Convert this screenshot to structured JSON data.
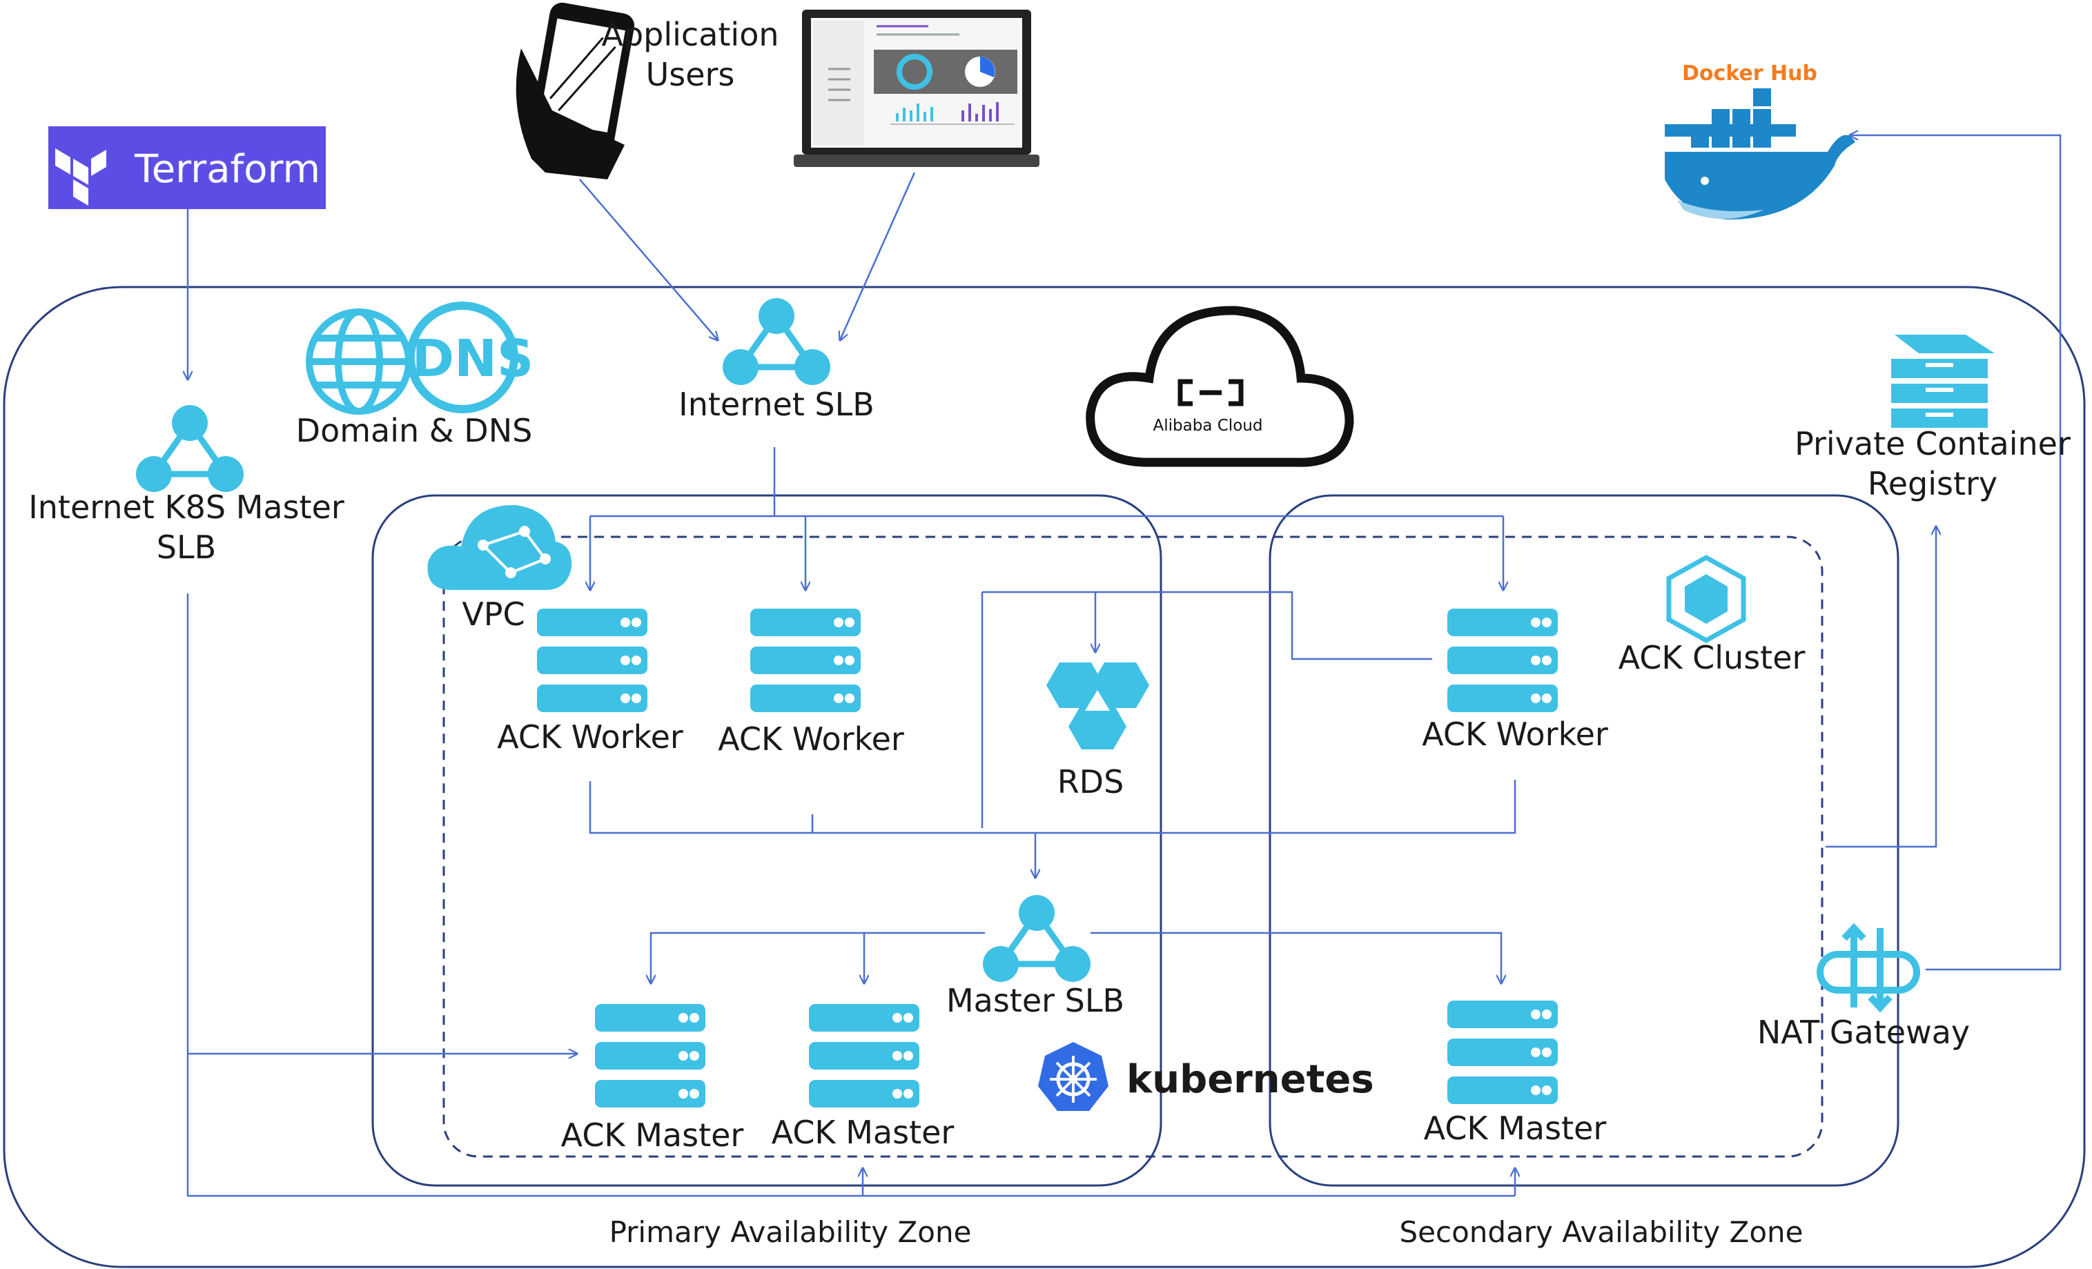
{
  "nodes": {
    "terraform": "Terraform",
    "application_users": "Application\nUsers",
    "docker_hub": "Docker Hub",
    "domain_dns": "Domain & DNS",
    "dns_badge": "DNS",
    "internet_slb": "Internet SLB",
    "alibaba_cloud": "Alibaba Cloud",
    "private_registry": "Private Container\nRegistry",
    "k8s_master_slb": "Internet K8S Master\nSLB",
    "vpc": "VPC",
    "ack_cluster": "ACK Cluster",
    "ack_worker_1": "ACK Worker",
    "ack_worker_2": "ACK Worker",
    "ack_worker_3": "ACK Worker",
    "rds": "RDS",
    "master_slb": "Master SLB",
    "ack_master_1": "ACK Master",
    "ack_master_2": "ACK Master",
    "ack_master_3": "ACK Master",
    "kubernetes": "kubernetes",
    "nat_gateway": "NAT Gateway",
    "primary_zone": "Primary Availability Zone",
    "secondary_zone": "Secondary Availability Zone"
  },
  "colors": {
    "accent": "#3fc1e6",
    "line": "#4a6fd0",
    "border": "#2b3f7e",
    "terraform_bg": "#5c4ee5",
    "docker_orange": "#f47b20",
    "docker_blue": "#1d87c9",
    "kubernetes_blue": "#326ce5"
  }
}
